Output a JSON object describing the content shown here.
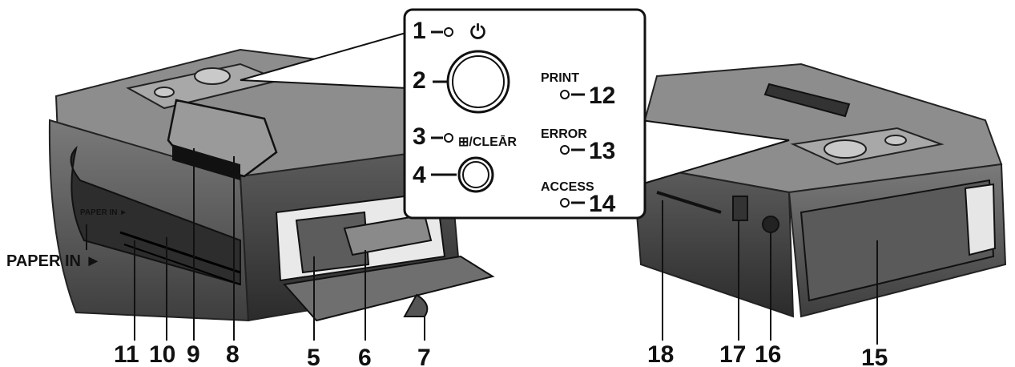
{
  "callout": {
    "power_symbol": "⏻",
    "clear_label": "⊞/CLEĀR",
    "print_label": "PRINT",
    "error_label": "ERROR",
    "access_label": "ACCESS"
  },
  "paper_in": {
    "main_label": "PAPER IN ►",
    "small_label": "PAPER IN ►"
  },
  "numbers": {
    "n1": "1",
    "n2": "2",
    "n3": "3",
    "n4": "4",
    "n5": "5",
    "n6": "6",
    "n7": "7",
    "n8": "8",
    "n9": "9",
    "n10": "10",
    "n11": "11",
    "n12": "12",
    "n13": "13",
    "n14": "14",
    "n15": "15",
    "n16": "16",
    "n17": "17",
    "n18": "18"
  }
}
